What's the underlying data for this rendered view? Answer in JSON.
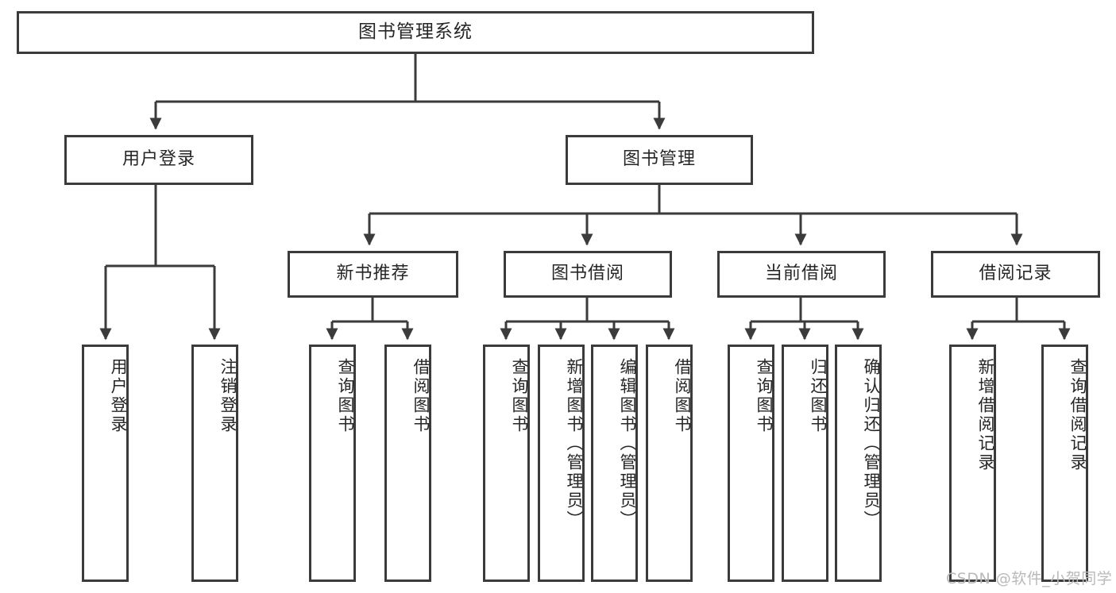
{
  "diagram": {
    "title": "图书管理系统",
    "type": "tree-hierarchy-chart",
    "root": {
      "label": "图书管理系统"
    },
    "level2": [
      {
        "label": "用户登录"
      },
      {
        "label": "图书管理"
      }
    ],
    "level3": [
      {
        "label": "新书推荐"
      },
      {
        "label": "图书借阅"
      },
      {
        "label": "当前借阅"
      },
      {
        "label": "借阅记录"
      }
    ],
    "leaves": {
      "user_login": [
        {
          "label": "用户登录"
        },
        {
          "label": "注销登录"
        }
      ],
      "new_book_recommend": [
        {
          "label": "查询图书"
        },
        {
          "label": "借阅图书"
        }
      ],
      "book_borrow": [
        {
          "label": "查询图书"
        },
        {
          "label": "新增图书（管理员）"
        },
        {
          "label": "编辑图书（管理员）"
        },
        {
          "label": "借阅图书"
        }
      ],
      "current_borrow": [
        {
          "label": "查询图书"
        },
        {
          "label": "归还图书"
        },
        {
          "label": "确认归还（管理员）"
        }
      ],
      "borrow_record": [
        {
          "label": "新增借阅记录"
        },
        {
          "label": "查询借阅记录"
        }
      ]
    }
  },
  "watermark": {
    "text": "CSDN @软件_小贺同学"
  },
  "colors": {
    "stroke": "#3b3b3b",
    "text": "#262626",
    "background": "#ffffff",
    "watermark": "#b9b9b9"
  }
}
